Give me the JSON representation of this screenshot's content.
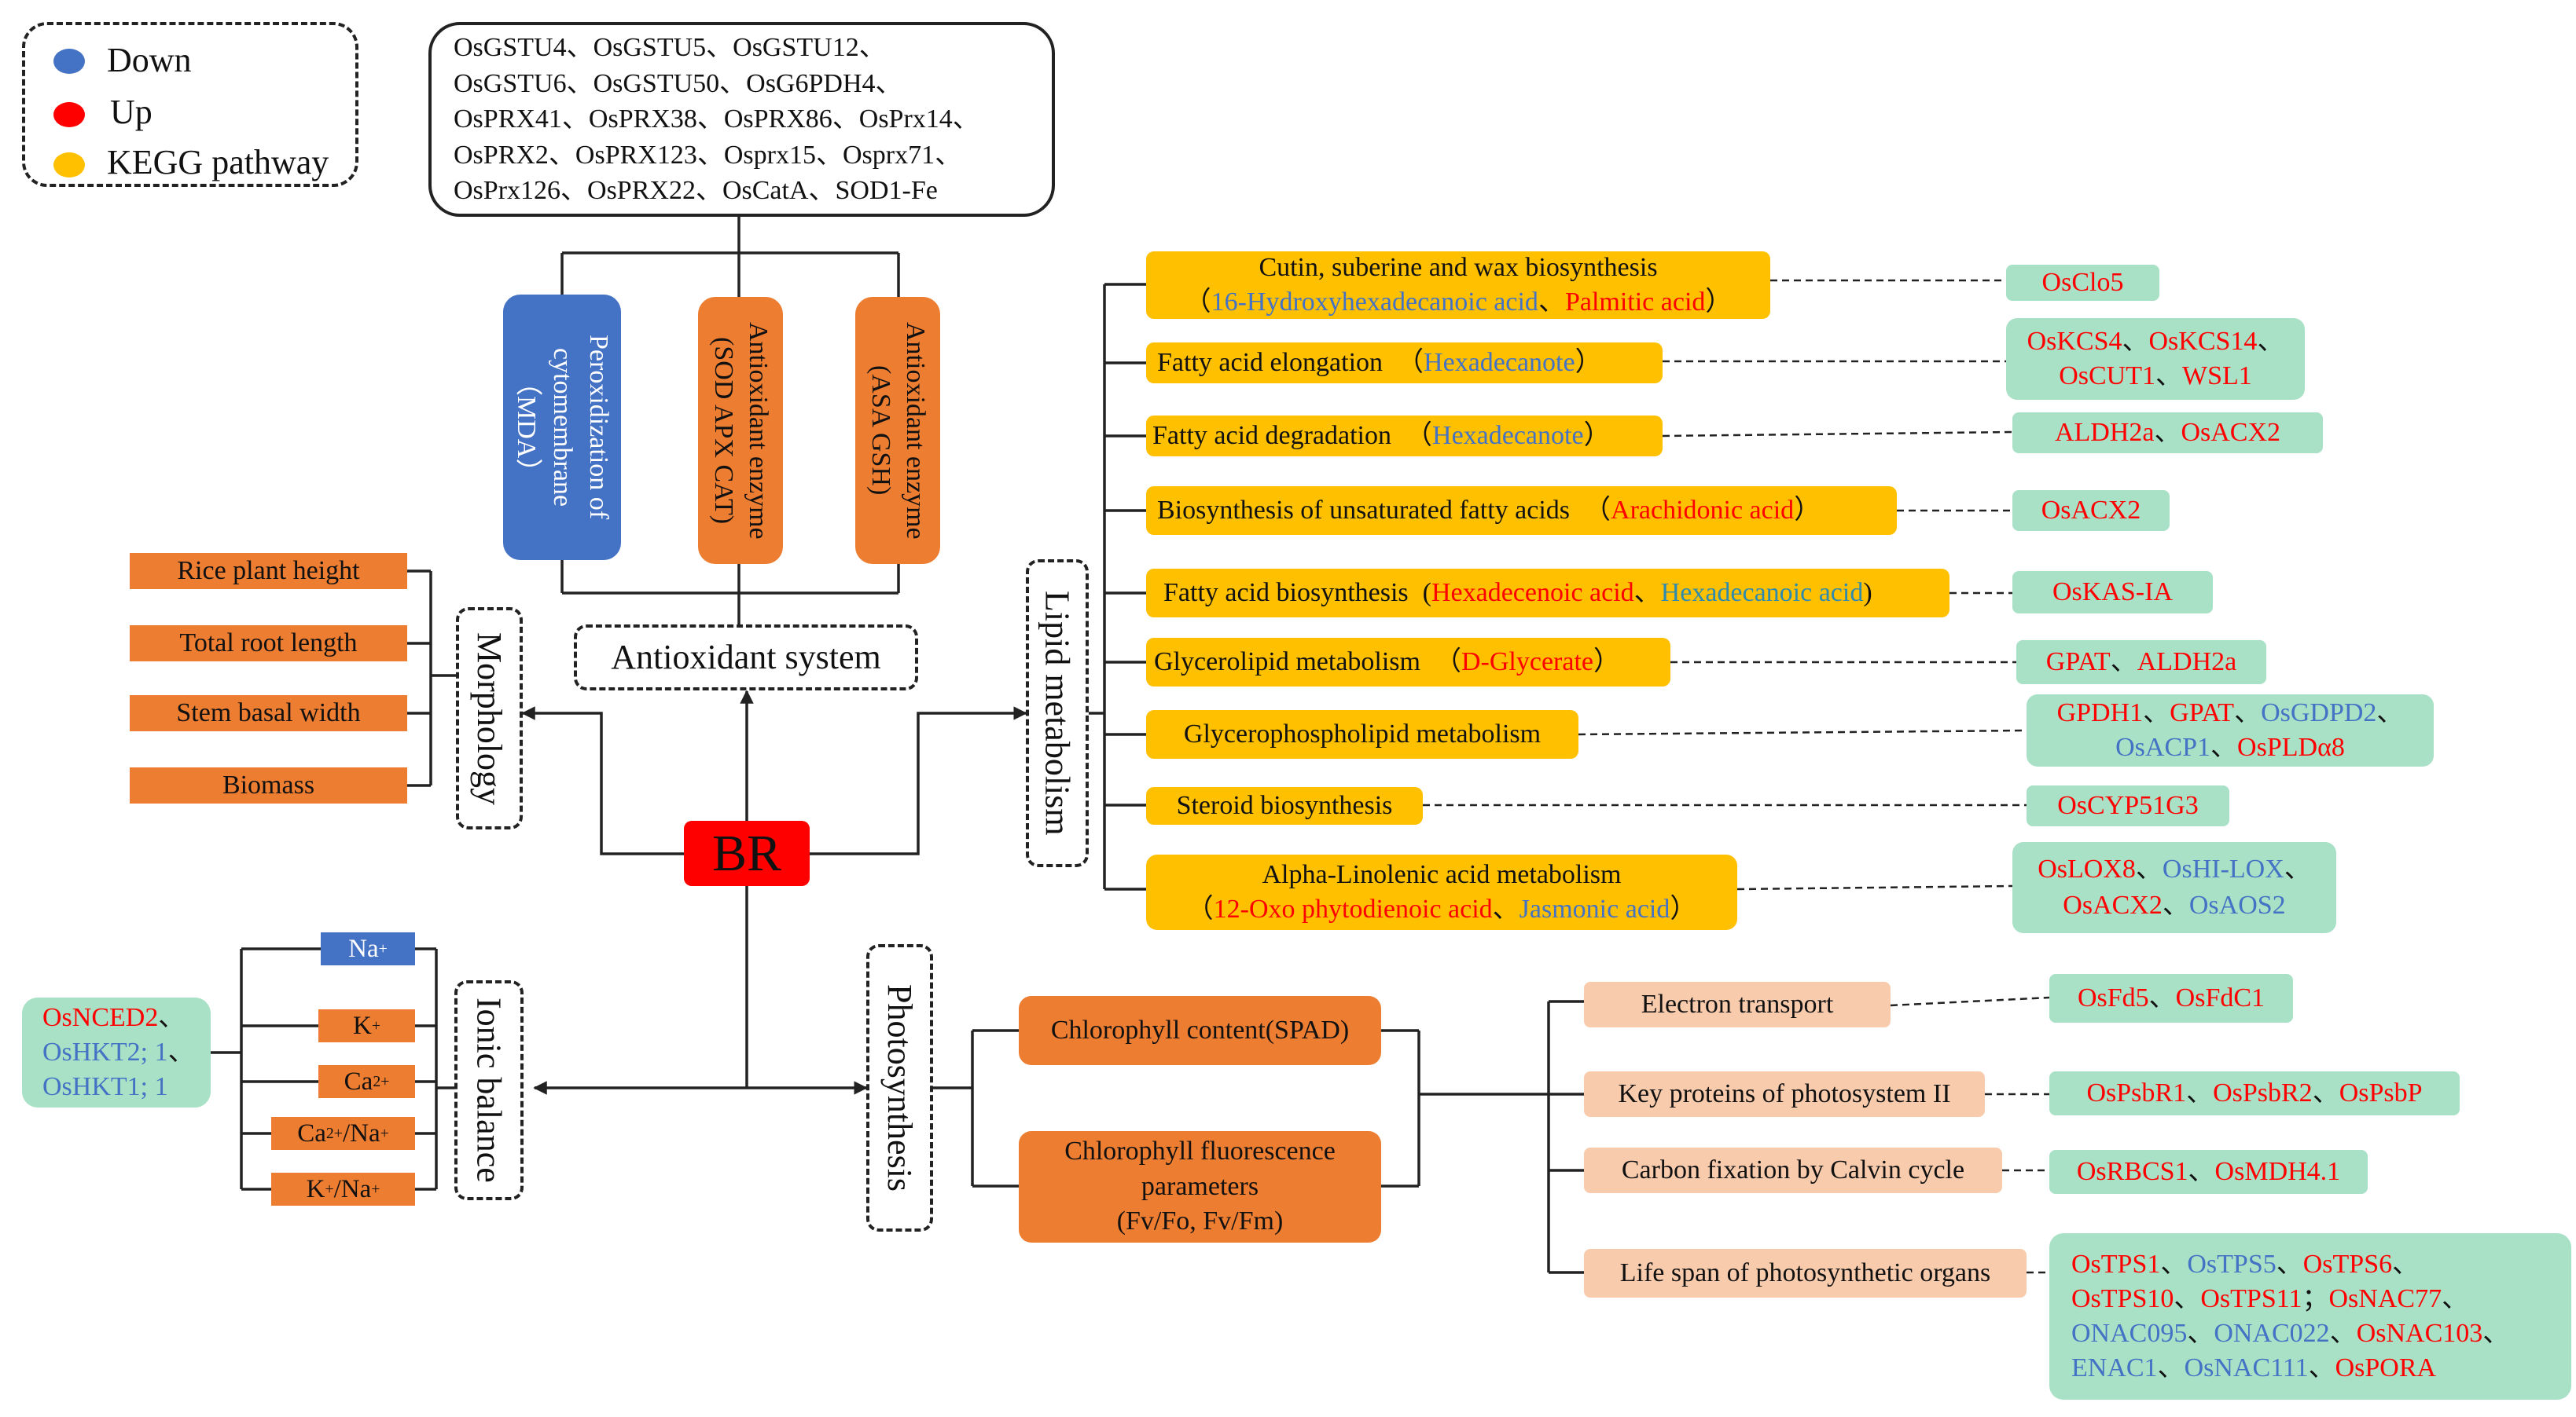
{
  "legend": {
    "items": [
      {
        "label": "Down",
        "color": "#4472c4"
      },
      {
        "label": "Up",
        "color": "#ff0000"
      },
      {
        "label": "KEGG pathway",
        "color": "#ffc000"
      }
    ]
  },
  "antioxidant": {
    "genes": [
      "OsGSTU4、OsGSTU5、OsGSTU12、",
      "OsGSTU6、OsGSTU50、OsG6PDH4、",
      "OsPRX41、OsPRX38、OsPRX86、OsPrx14、",
      "OsPRX2、OsPRX123、Osprx15、Osprx71、",
      "OsPrx126、OsPRX22、OsCatA、SOD1-Fe"
    ],
    "peroxidation": "Peroxidization of cytomembrane （MDA）",
    "enzyme_1": "Antioxidant enzyme (SOD APX CAT)",
    "enzyme_2": "Antioxidant enzyme (ASA GSH)",
    "system_label": "Antioxidant system"
  },
  "center": {
    "label": "BR"
  },
  "morphology": {
    "label": "Morphology",
    "items": [
      "Rice plant height",
      "Total root length",
      "Stem basal width",
      "Biomass"
    ]
  },
  "ionic": {
    "label": "Ionic balance",
    "ions": {
      "na": {
        "base": "Na",
        "sup": "+"
      },
      "k": {
        "base": "K",
        "sup": "+"
      },
      "ca": {
        "base": "Ca",
        "sup": "2+"
      },
      "ca_na": {
        "a": "Ca",
        "a_sup": "2+",
        "sep": "/",
        "b": "Na",
        "b_sup": "+"
      },
      "k_na": {
        "a": "K",
        "a_sup": "+",
        "sep": "/",
        "b": "Na",
        "b_sup": "+"
      }
    },
    "genes": {
      "g1": "OsNCED2",
      "g1_sep": "、",
      "g2": "OsHKT2; 1",
      "g2_sep": "、",
      "g3": "OsHKT1; 1"
    }
  },
  "lipid": {
    "label": "Lipid metabolism",
    "p1": {
      "title": "Cutin, suberine and wax biosynthesis",
      "lp": "（",
      "m1": "16-Hydroxyhexadecanoic acid",
      "sep": "、",
      "m2": "Palmitic acid",
      "rp": "）",
      "genes": "OsClo5"
    },
    "p2": {
      "title": "Fatty acid elongation",
      "lp": "（",
      "m1": "Hexadecanote",
      "rp": "）",
      "g1": "OsKCS4",
      "sep1": "、",
      "g2": "OsKCS14",
      "sep2": "、",
      "g3": "OsCUT1",
      "sep3": "、",
      "g4": "WSL1"
    },
    "p3": {
      "title": "Fatty acid degradation",
      "lp": "（",
      "m1": "Hexadecanote",
      "rp": "）",
      "g1": "ALDH2a",
      "sep1": "、",
      "g2": "OsACX2"
    },
    "p4": {
      "title": "Biosynthesis of unsaturated fatty acids",
      "lp": "（",
      "m1": "Arachidonic acid",
      "rp": "）",
      "genes": "OsACX2"
    },
    "p5": {
      "title": "Fatty acid biosynthesis",
      "lp": "(",
      "m1": "Hexadecenoic acid",
      "sep": "、",
      "m2": "Hexadecanoic acid",
      "rp": ")",
      "genes": "OsKAS-IA"
    },
    "p6": {
      "title": "Glycerolipid metabolism",
      "lp": "（",
      "m1": "D-Glycerate",
      "rp": "）",
      "g1": "GPAT",
      "sep1": "、",
      "g2": "ALDH2a"
    },
    "p7": {
      "title": "Glycerophospholipid metabolism",
      "g1": "GPDH1",
      "sep1": "、",
      "g2": "GPAT",
      "sep2": "、",
      "g3": "OsGDPD2",
      "sep3": "、",
      "g4": "OsACP1",
      "sep4": "、",
      "g5": "OsPLDα8"
    },
    "p8": {
      "title": "Steroid biosynthesis",
      "genes": "OsCYP51G3"
    },
    "p9": {
      "title": "Alpha-Linolenic acid metabolism",
      "lp": "（",
      "m1": "12-Oxo phytodienoic acid",
      "sep": "、",
      "m2": "Jasmonic acid",
      "rp": "）",
      "g1": "OsLOX8",
      "sep1": "、",
      "g2": "OsHI-LOX",
      "sep2": "、",
      "g3": "OsACX2",
      "sep3": "、",
      "g4": "OsAOS2"
    }
  },
  "photo": {
    "label": "Photosynthesis",
    "spad": "Chlorophyll content(SPAD)",
    "fluor": {
      "l1": "Chlorophyll fluorescence",
      "l2": "parameters",
      "l3": "(Fv/Fo, Fv/Fm)"
    },
    "electron": {
      "title": "Electron transport",
      "g1": "OsFd5",
      "sep1": "、",
      "g2": "OsFdC1"
    },
    "psii": {
      "title": "Key proteins of photosystem II",
      "g1": "OsPsbR1",
      "sep1": "、",
      "g2": "OsPsbR2",
      "sep2": "、",
      "g3": "OsPsbP"
    },
    "calvin": {
      "title": "Carbon fixation by Calvin cycle",
      "g1": "OsRBCS1",
      "sep1": "、",
      "g2": "OsMDH4.1"
    },
    "lifespan": {
      "title": "Life span of photosynthetic organs",
      "r1": {
        "a": "OsTPS1",
        "s1": "、",
        "b": "OsTPS5",
        "s2": "、",
        "c": "OsTPS6",
        "s3": "、"
      },
      "r2": {
        "a": "OsTPS10",
        "s1": "、",
        "b": "OsTPS11",
        "s2": "；",
        "c": "OsNAC77",
        "s3": "、"
      },
      "r3": {
        "a": "ONAC095",
        "s1": "、",
        "b": "ONAC022",
        "s2": "、",
        "c": "OsNAC103",
        "s3": "、"
      },
      "r4": {
        "a": "ENAC1",
        "s1": "、",
        "b": "OsNAC111",
        "s2": "、",
        "c": "OsPORA"
      }
    }
  }
}
